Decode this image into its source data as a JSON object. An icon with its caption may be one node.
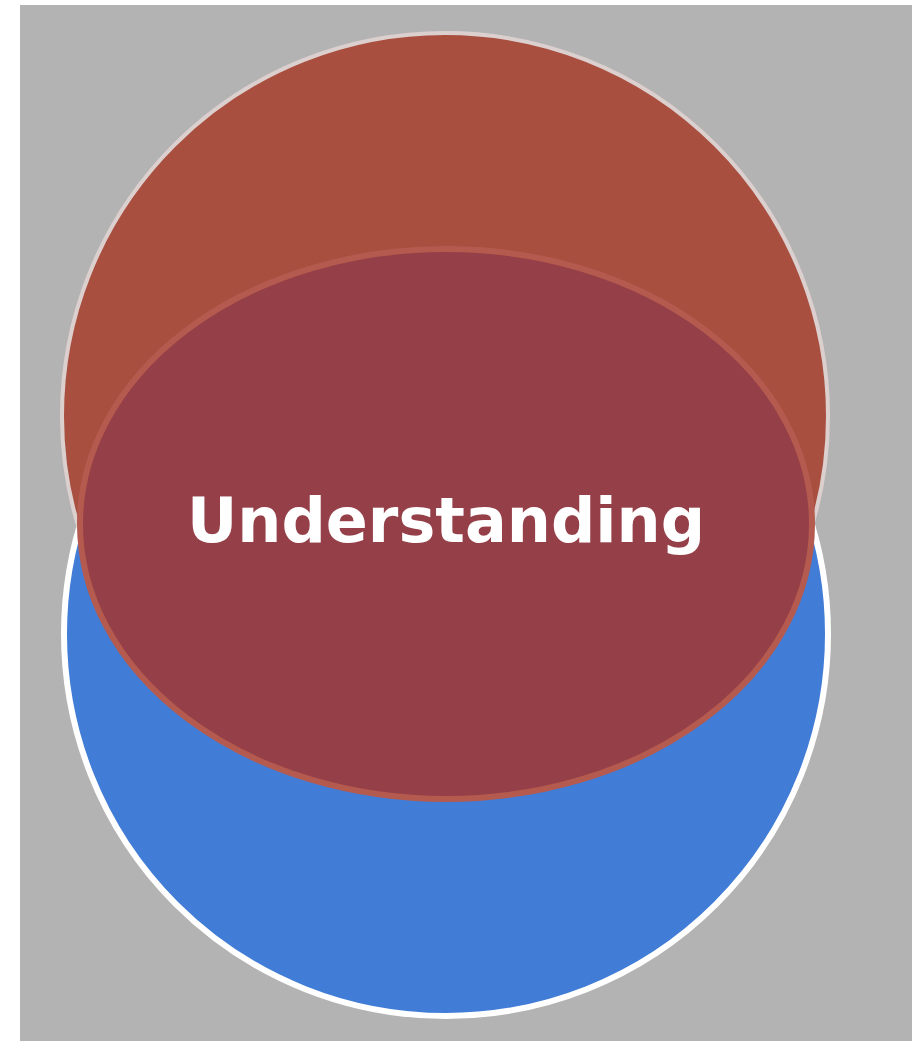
{
  "diagram": {
    "nodes": [
      {
        "text": [],
        "shape": "circle"
      },
      {
        "text": [],
        "shape": "circle"
      },
      {
        "text": [
          "Understanding"
        ]
      }
    ]
  }
}
